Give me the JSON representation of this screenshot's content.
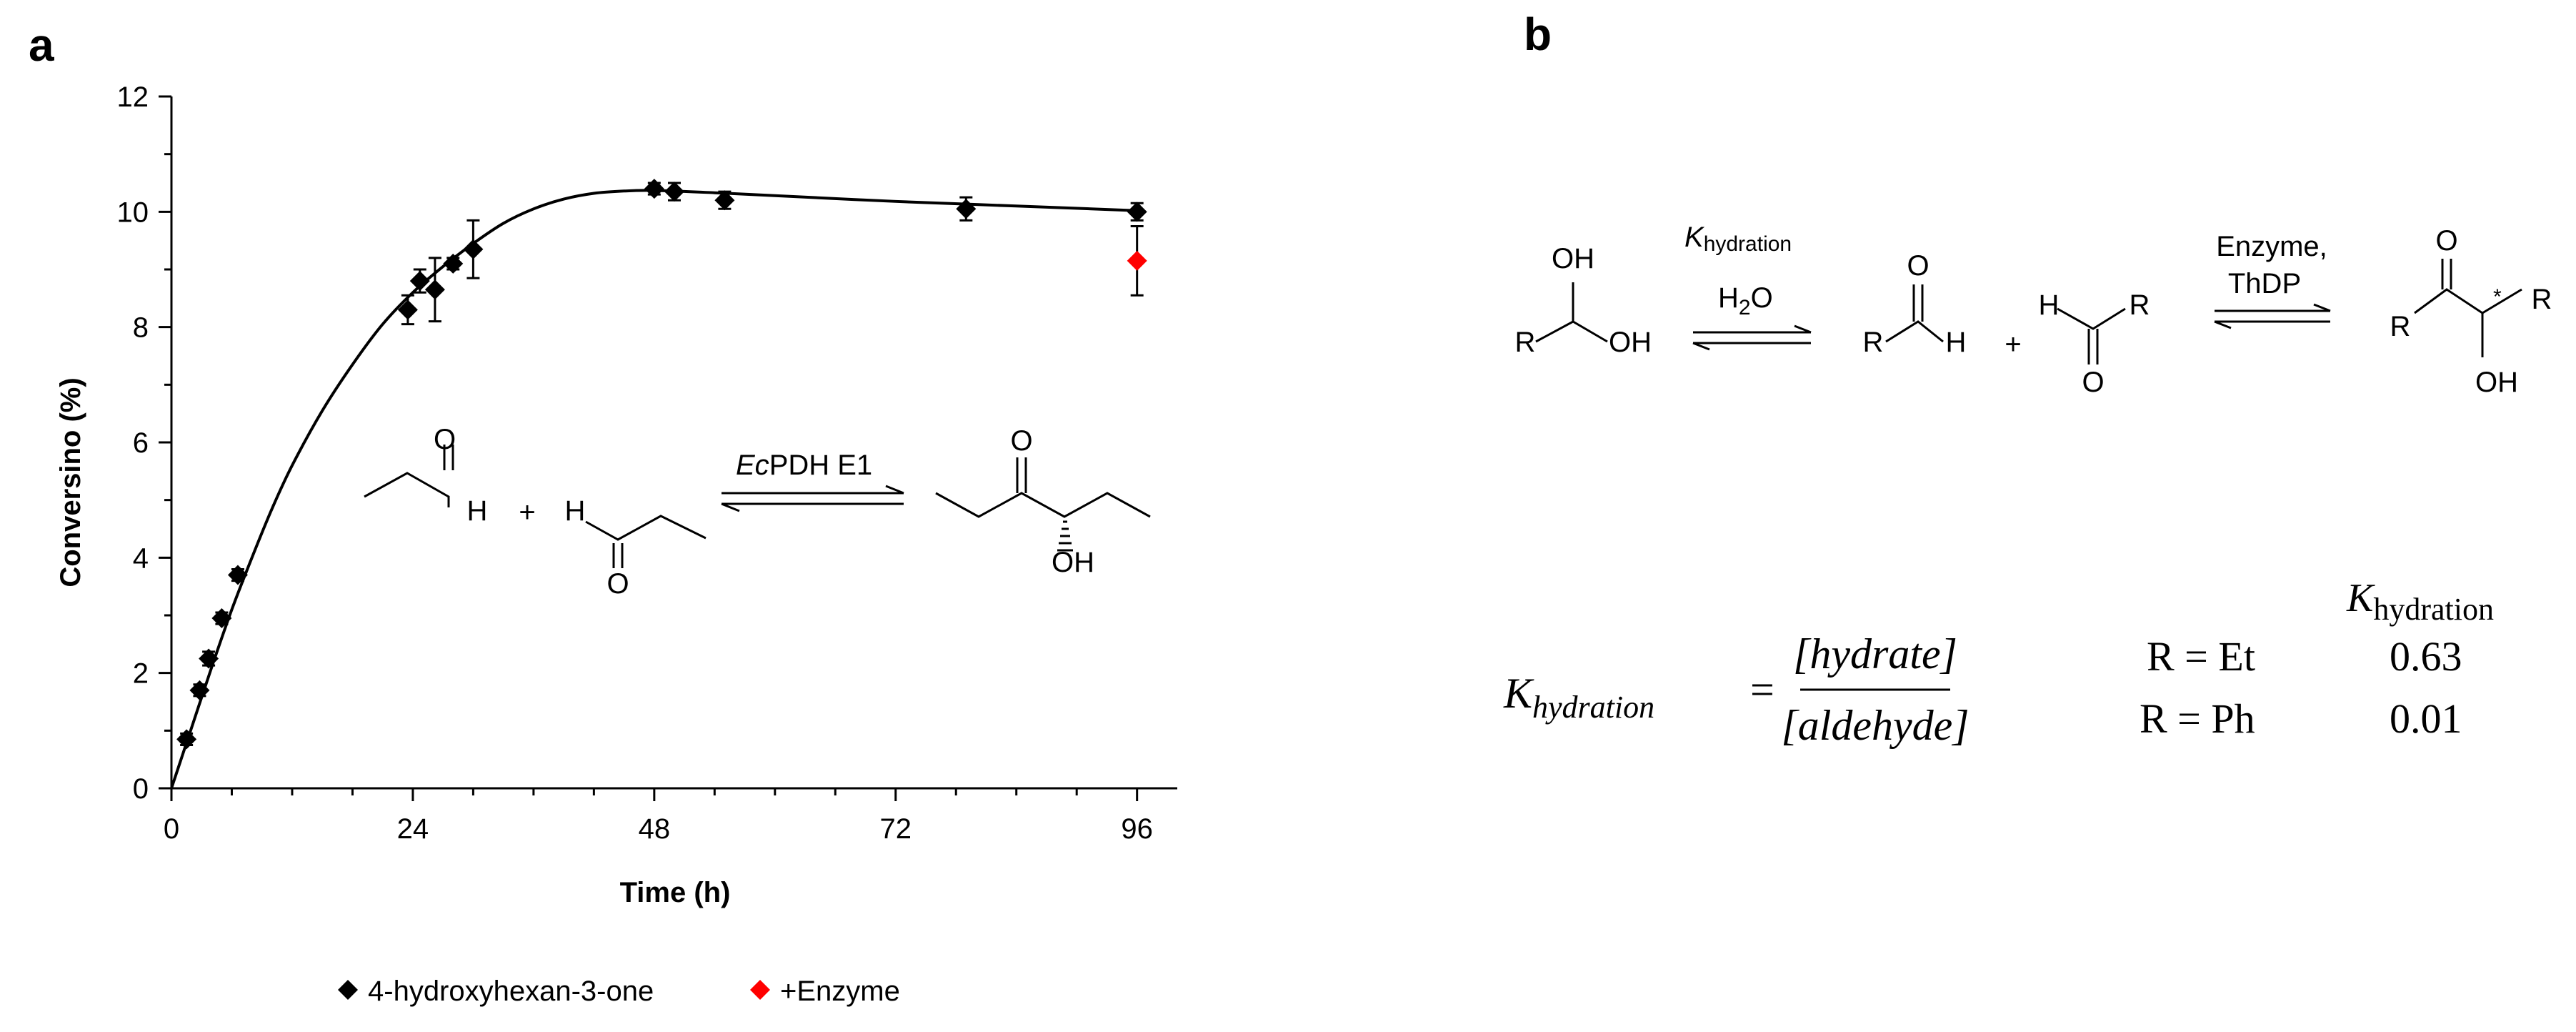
{
  "panels": {
    "a": "a",
    "b": "b"
  },
  "chart_data": {
    "type": "scatter",
    "xlabel": "Time (h)",
    "ylabel": "Conversino (%)",
    "xlim": [
      0,
      100
    ],
    "ylim": [
      0,
      12
    ],
    "xticks": [
      0,
      24,
      48,
      72,
      96
    ],
    "yticks": [
      0,
      2,
      4,
      6,
      8,
      10,
      12
    ],
    "x_minor_step": 6,
    "y_minor_step": 1,
    "grid": false,
    "legend_position": "bottom-center",
    "series": [
      {
        "name": "4-hydroxyhexan-3-one",
        "color": "#000000",
        "marker": "diamond",
        "points": [
          {
            "x": 1.5,
            "y": 0.85,
            "err": 0.1
          },
          {
            "x": 2.8,
            "y": 1.7,
            "err": 0.1
          },
          {
            "x": 3.7,
            "y": 2.25,
            "err": 0.12
          },
          {
            "x": 5.0,
            "y": 2.95,
            "err": 0.1
          },
          {
            "x": 6.6,
            "y": 3.7,
            "err": 0.1
          },
          {
            "x": 23.5,
            "y": 8.3,
            "err": 0.25
          },
          {
            "x": 24.7,
            "y": 8.8,
            "err": 0.2
          },
          {
            "x": 26.2,
            "y": 8.65,
            "err": 0.55
          },
          {
            "x": 28.0,
            "y": 9.1,
            "err": 0.1
          },
          {
            "x": 30.0,
            "y": 9.35,
            "err": 0.5
          },
          {
            "x": 48.0,
            "y": 10.4,
            "err": 0.1
          },
          {
            "x": 50.0,
            "y": 10.35,
            "err": 0.15
          },
          {
            "x": 55.0,
            "y": 10.2,
            "err": 0.15
          },
          {
            "x": 79.0,
            "y": 10.05,
            "err": 0.2
          },
          {
            "x": 96.0,
            "y": 10.0,
            "err": 0.15
          }
        ]
      },
      {
        "name": "+Enzyme",
        "color": "#ff0000",
        "marker": "diamond",
        "points": [
          {
            "x": 96.0,
            "y": 9.15,
            "err": 0.6
          }
        ]
      }
    ],
    "fit_curve": [
      [
        0,
        0
      ],
      [
        2,
        1.05
      ],
      [
        4,
        2.1
      ],
      [
        6,
        3.1
      ],
      [
        8,
        4.0
      ],
      [
        10,
        4.85
      ],
      [
        12,
        5.6
      ],
      [
        15,
        6.55
      ],
      [
        18,
        7.35
      ],
      [
        21,
        8.05
      ],
      [
        24,
        8.6
      ],
      [
        27,
        9.05
      ],
      [
        30,
        9.45
      ],
      [
        33,
        9.8
      ],
      [
        36,
        10.05
      ],
      [
        39,
        10.22
      ],
      [
        42,
        10.32
      ],
      [
        45,
        10.36
      ],
      [
        48,
        10.37
      ],
      [
        54,
        10.33
      ],
      [
        60,
        10.28
      ],
      [
        72,
        10.18
      ],
      [
        84,
        10.1
      ],
      [
        96,
        10.02
      ]
    ]
  },
  "reaction_a": {
    "H_left": "H",
    "plus": "+",
    "H_right": "H",
    "O_left": "O",
    "O_right": "O",
    "O_product": "O",
    "enzyme_italic": "Ec",
    "enzyme_rest": "PDH E1",
    "OH": "OH"
  },
  "scheme_b": {
    "OH_top": "OH",
    "OH_bottom": "OH",
    "R_hydrate": "R",
    "K_symbol": "K",
    "K_subscript": "hydration",
    "water_main": "H",
    "water_sub": "2",
    "water_end": "O",
    "ald1_O": "O",
    "ald1_R": "R",
    "ald1_H": "H",
    "plus": "+",
    "ald2_H": "H",
    "ald2_R": "R",
    "ald2_O": "O",
    "enzyme": "Enzyme,",
    "cofactor": "ThDP",
    "prod_O": "O",
    "prod_R_left": "R",
    "prod_star": "*",
    "prod_R_right": "R",
    "prod_OH": "OH"
  },
  "equation": {
    "K": "K",
    "K_sub": "hydration",
    "equals": "=",
    "numerator": "[hydrate]",
    "denominator": "[aldehyde]"
  },
  "table": {
    "header_K": "K",
    "header_sub": "hydration",
    "rows": [
      {
        "label": "R = Et",
        "value": "0.63"
      },
      {
        "label": "R = Ph",
        "value": "0.01"
      }
    ]
  }
}
